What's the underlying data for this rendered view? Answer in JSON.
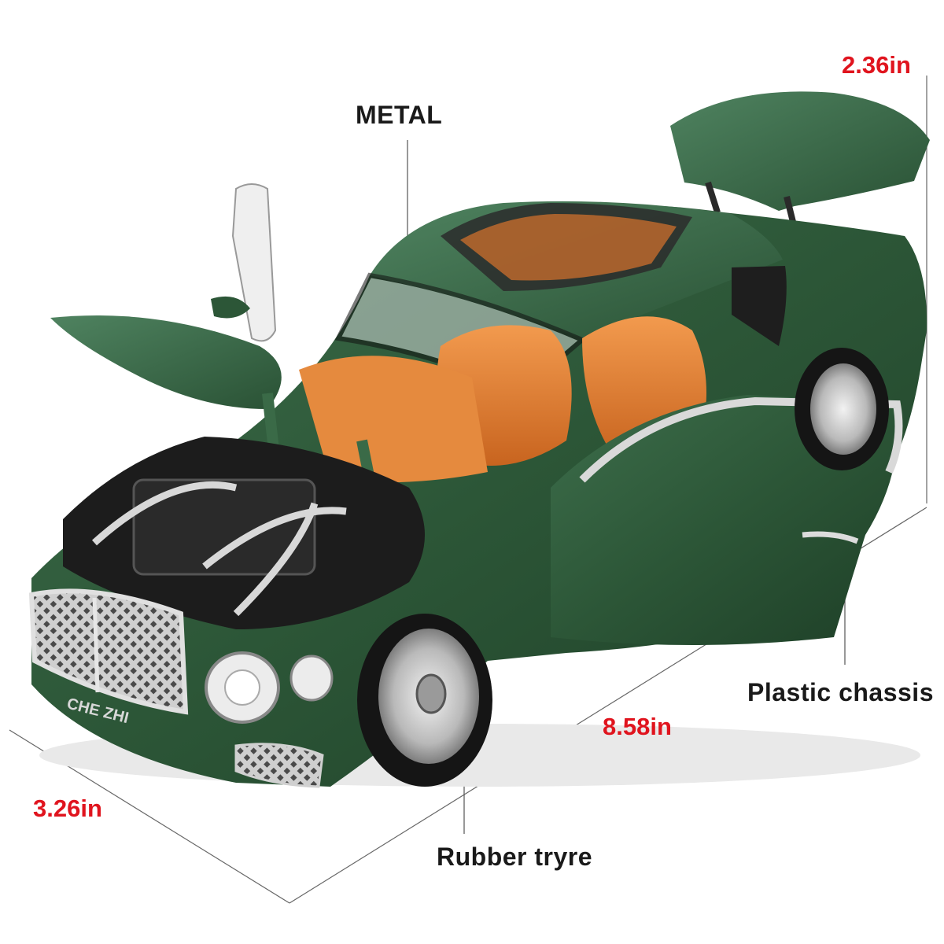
{
  "image": {
    "subject": "green die-cast model car with doors, hood and trunk open",
    "background_color": "#ffffff",
    "body_color": "#2f5a3a",
    "interior_color": "#e8833a",
    "dimension_text_color": "#e0141e",
    "callout_text_color": "#1a1a1a"
  },
  "callouts": {
    "metal": "METAL",
    "chassis": "Plastic chassis",
    "tyre": "Rubber  tryre",
    "grille_badge": "CHE ZHI"
  },
  "dimensions": {
    "height": "2.36in",
    "length": "8.58in",
    "width": "3.26in"
  }
}
